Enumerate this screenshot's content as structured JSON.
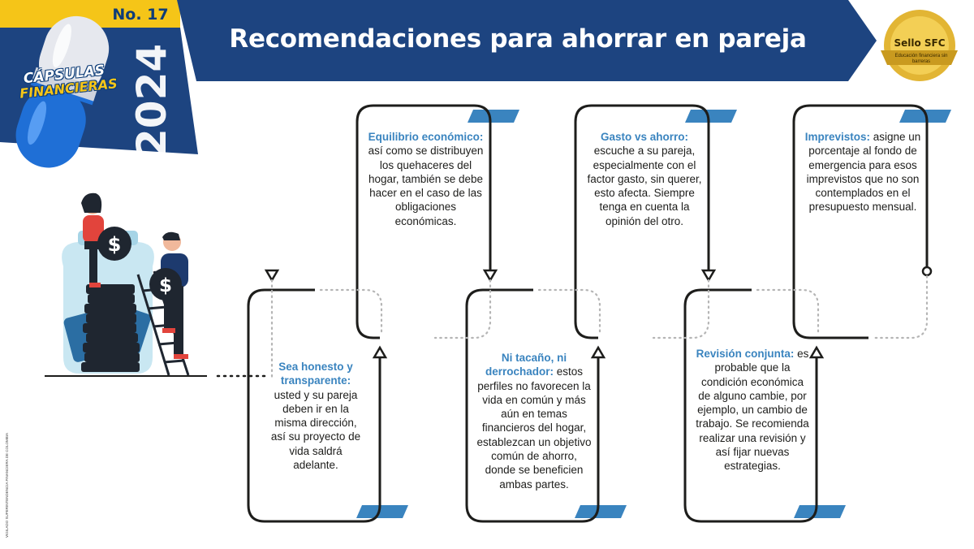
{
  "header": {
    "title": "Recomendaciones para ahorrar en pareja",
    "issue": "No. 17",
    "year": "2024",
    "brand_line1": "CÁPSULAS",
    "brand_line2": "FINANCIERAS",
    "seal": "Sello SFC",
    "seal_subtitle": "Educación financiera sin barreras",
    "colors": {
      "navy": "#1d4480",
      "yellow": "#f5c518",
      "accent": "#3a84bf",
      "line": "#1d1d1b"
    }
  },
  "steps": [
    {
      "heading": "Sea honesto y transparente:",
      "body": " usted y su pareja deben ir en la misma dirección, así su proyecto de vida saldrá adelante."
    },
    {
      "heading": "Equilibrio económico:",
      "body": " así como se distribuyen los quehaceres del hogar, también se debe hacer en el caso de las obligaciones económicas."
    },
    {
      "heading": "Ni tacaño, ni derrochador:",
      "body": " estos perfiles no favorecen la vida en común y más aún en temas financieros del hogar, establezcan un objetivo común de ahorro, donde se beneficien ambas partes."
    },
    {
      "heading": "Gasto vs ahorro:",
      "body": " escuche a su pareja, especialmente con el factor gasto, sin querer, esto afecta. Siempre tenga en cuenta la opinión del otro."
    },
    {
      "heading": "Revisión conjunta:",
      "body": " es probable que la condición económica de alguno cambie, por ejemplo, un cambio de trabajo. Se recomienda realizar una revisión y así fijar nuevas estrategias."
    },
    {
      "heading": "Imprevistos:",
      "body": " asigne un porcentaje al fondo de emergencia para esos imprevistos que no son contemplados en el presupuesto mensual."
    }
  ],
  "footer": {
    "vigilado": "VIGILADO SUPERINTENDENCIA FINANCIERA DE COLOMBIA"
  }
}
